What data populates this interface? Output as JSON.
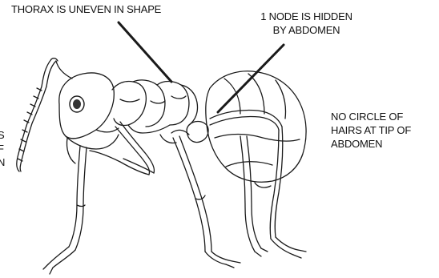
{
  "annotations": {
    "thorax": [
      "THORAX IS UNEVEN IN SHAPE"
    ],
    "node": [
      "1 NODE IS HIDDEN",
      "BY ABDOMEN"
    ],
    "circle": [
      "NO CIRCLE OF",
      "HAIRS AT TIP OF",
      "ABDOMEN"
    ],
    "left_cut": [
      "S",
      "F",
      "N"
    ]
  },
  "colors": {
    "ink": "#111111",
    "background": "#ffffff"
  }
}
